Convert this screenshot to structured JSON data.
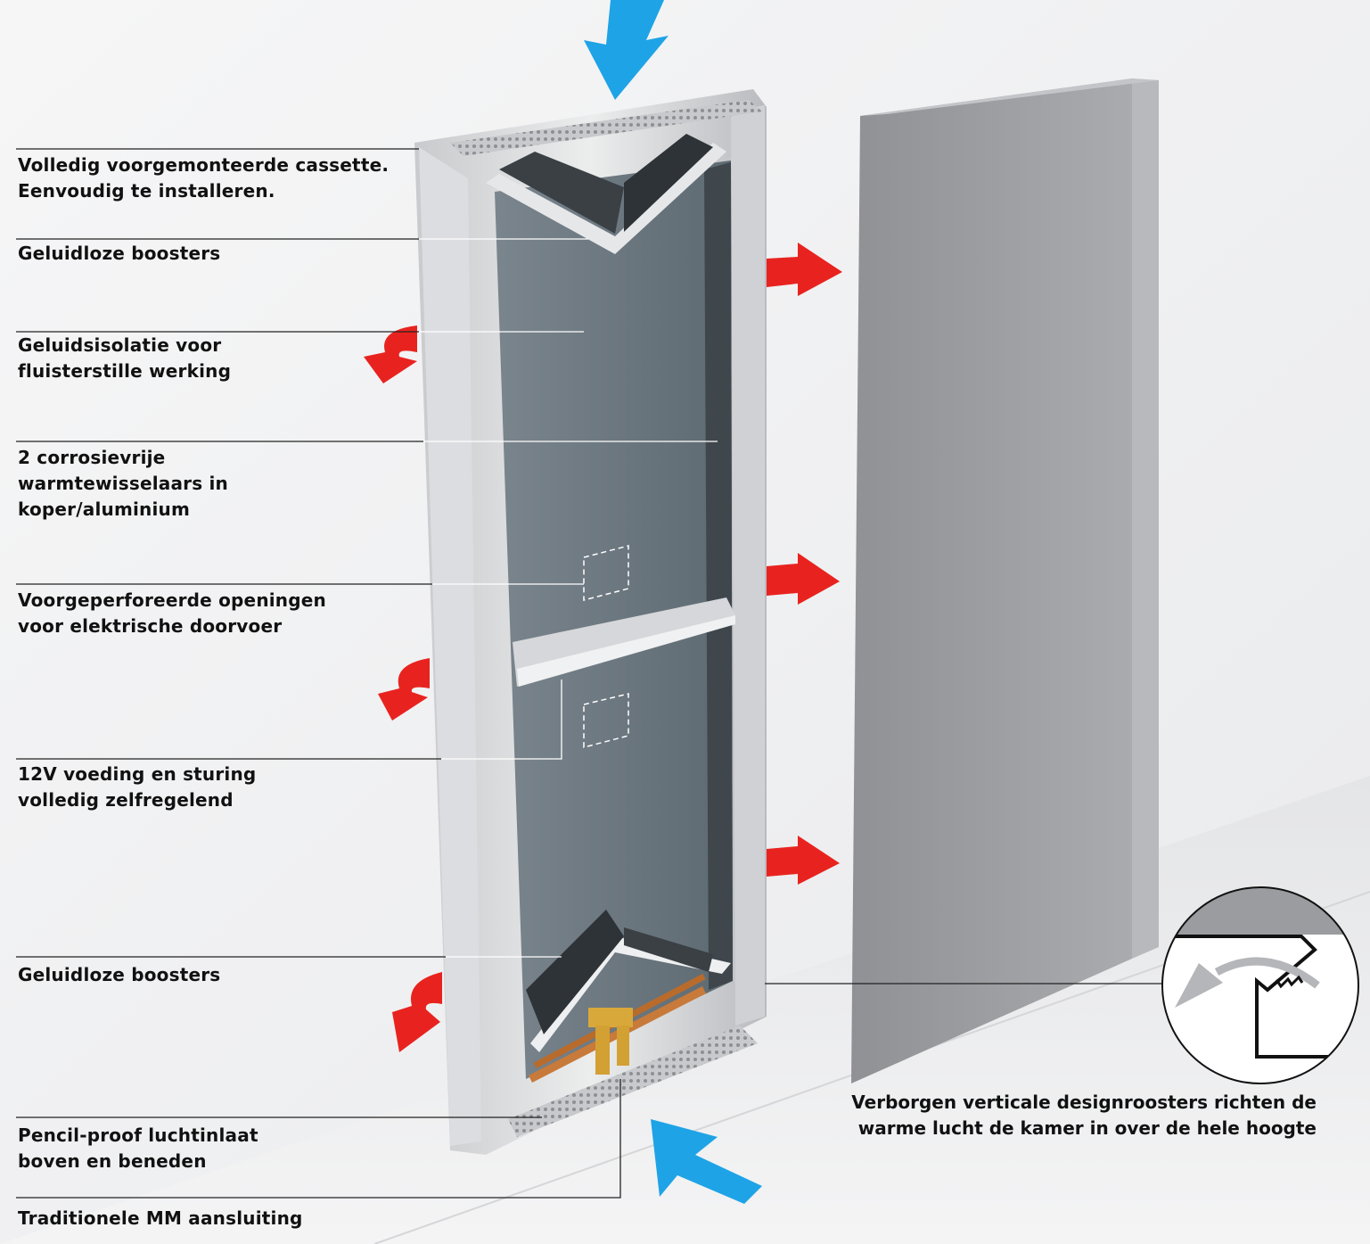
{
  "labels": [
    {
      "lines": [
        "Volledig voorgemonteerde cassette.",
        "Eenvoudig te installeren."
      ]
    },
    {
      "lines": [
        "Geluidloze boosters"
      ]
    },
    {
      "lines": [
        "Geluidsisolatie voor",
        "fluisterstille werking"
      ]
    },
    {
      "lines": [
        "2 corrosievrije",
        "warmtewisselaars in",
        "koper/aluminium"
      ]
    },
    {
      "lines": [
        "Voorgeperforeerde openingen",
        "voor elektrische doorvoer"
      ]
    },
    {
      "lines": [
        "12V voeding en sturing",
        "volledig zelfregelend"
      ]
    },
    {
      "lines": [
        "Geluidloze boosters"
      ]
    },
    {
      "lines": [
        "Pencil-proof luchtinlaat",
        "boven en beneden"
      ]
    },
    {
      "lines": [
        "Traditionele MM aansluiting"
      ]
    }
  ],
  "caption": {
    "lines": [
      "Verborgen verticale designroosters richten de",
      "warme lucht de kamer in over de hele hoogte"
    ]
  },
  "colors": {
    "warm_air_arrow": "#e8231f",
    "cold_air_arrow": "#1ea3e6",
    "cassette_frame": "#d9dadc",
    "insulation_panel": "#6f7b84",
    "cover_panel": "#a3a5a8",
    "copper_pipe": "#c87a3a",
    "brass_valve": "#d9a83a"
  },
  "icons": [
    "cold-air-in-arrow-icon",
    "warm-air-out-arrow-icon",
    "grille-detail-icon"
  ]
}
